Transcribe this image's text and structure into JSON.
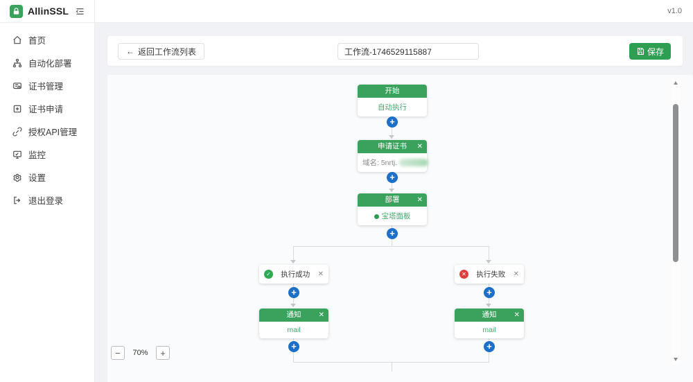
{
  "app": {
    "name": "AllinSSL",
    "version": "v1.0"
  },
  "sidebar": {
    "items": [
      {
        "label": "首页"
      },
      {
        "label": "自动化部署"
      },
      {
        "label": "证书管理"
      },
      {
        "label": "证书申请"
      },
      {
        "label": "授权API管理"
      },
      {
        "label": "监控"
      },
      {
        "label": "设置"
      },
      {
        "label": "退出登录"
      }
    ]
  },
  "toolbar": {
    "back_label": "返回工作流列表",
    "workflow_name": "工作流-1746529115887",
    "save_label": "保存"
  },
  "icons": {
    "back_arrow": "←",
    "close": "✕",
    "plus": "+",
    "check": "✓",
    "cross": "✕",
    "zoom_out": "−",
    "zoom_in": "+"
  },
  "workflow": {
    "start": {
      "title": "开始",
      "body": "自动执行"
    },
    "apply": {
      "title": "申请证书",
      "domain_label": "域名: 5nrtj."
    },
    "deploy": {
      "title": "部署",
      "provider": "宝塔面板"
    },
    "branch_success": {
      "label": "执行成功"
    },
    "branch_fail": {
      "label": "执行失败"
    },
    "notify_success": {
      "title": "通知",
      "channel": "mail"
    },
    "notify_fail": {
      "title": "通知",
      "channel": "mail"
    }
  },
  "canvas": {
    "zoom_level": "70%"
  },
  "colors": {
    "primary_green": "#3aa25c",
    "accent_blue": "#1d6fc8",
    "success": "#2daa52",
    "danger": "#e0403c"
  }
}
